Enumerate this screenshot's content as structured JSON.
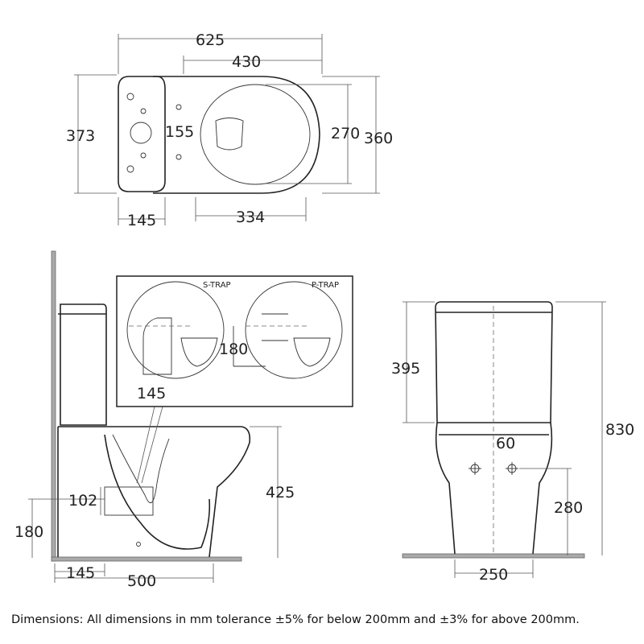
{
  "top_view": {
    "overall_length": "625",
    "bowl_length": "430",
    "overall_width": "373",
    "bowl_width": "360",
    "seat_width": "270",
    "fixing_spacing": "155",
    "tank_depth": "145",
    "seat_length": "334"
  },
  "side_view": {
    "detail": {
      "s_trap_label": "S-TRAP",
      "p_trap_label": "P-TRAP",
      "p_trap_height": "180",
      "s_trap_offset": "145"
    },
    "seat_height": "425",
    "outlet_height": "102",
    "outlet_center_height": "180",
    "wall_offset": "145",
    "overall_depth": "500"
  },
  "front_view": {
    "cistern_height": "395",
    "overall_height": "830",
    "fixing_spacing": "60",
    "fixing_height": "280",
    "base_width": "250"
  },
  "footnote": "Dimensions: All dimensions in mm tolerance ±5% for below 200mm and ±3% for above 200mm."
}
